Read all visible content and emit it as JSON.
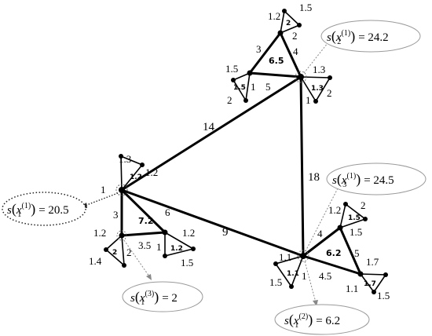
{
  "main_edges": {
    "top_left": "14",
    "right": "18",
    "bottom": "9"
  },
  "top_cluster": {
    "center_label": "6.5",
    "edges": [
      "3",
      "4",
      "5"
    ],
    "upper_triangle": {
      "inner": "2",
      "labels": [
        "1.2",
        "1.5",
        "2"
      ]
    },
    "left_triangle": {
      "inner": "1.5",
      "labels": [
        "1.5",
        "1",
        "2"
      ]
    },
    "right_triangle": {
      "inner": "1.3",
      "labels": [
        "1.3",
        "1",
        "2"
      ]
    }
  },
  "left_cluster": {
    "center_label": "7.2",
    "edges": [
      "3",
      "6",
      "3.5"
    ],
    "upper_triangle": {
      "inner": "1.2",
      "labels": [
        "1.3",
        "1.2",
        "1"
      ]
    },
    "left_triangle": {
      "inner": "2",
      "labels": [
        "1.2",
        "2",
        "1.4"
      ]
    },
    "right_triangle": {
      "inner": "1.2",
      "labels": [
        "1.2",
        "1",
        "1.5"
      ]
    }
  },
  "right_cluster": {
    "center_label": "6.2",
    "edges": [
      "4",
      "5",
      "4.5"
    ],
    "upper_triangle": {
      "inner": "1.5",
      "labels": [
        "1.2",
        "2",
        "1.5"
      ]
    },
    "left_triangle": {
      "inner": "1.1",
      "labels": [
        "1.1",
        "1.5",
        "1"
      ]
    },
    "right_triangle": {
      "inner": "1.7",
      "labels": [
        "1.7",
        "1.1",
        "1.5"
      ]
    }
  },
  "callouts": {
    "s_x2_1": {
      "s": "s",
      "var": "x",
      "sub": "2",
      "sup": "(1)",
      "eq": "= 24.2"
    },
    "s_x3_1": {
      "s": "s",
      "var": "x",
      "sub": "3",
      "sup": "(1)",
      "eq": "= 24.5"
    },
    "s_x1_1": {
      "s": "s",
      "var": "x",
      "sub": "1",
      "sup": "(1)",
      "eq": "= 20.5"
    },
    "s_x1_3": {
      "s": "s",
      "var": "x",
      "sub": "1",
      "sup": "(3)",
      "eq": "= 2"
    },
    "s_x1_2": {
      "s": "s",
      "var": "x",
      "sub": "1",
      "sup": "(2)",
      "eq": "= 6.2"
    }
  }
}
